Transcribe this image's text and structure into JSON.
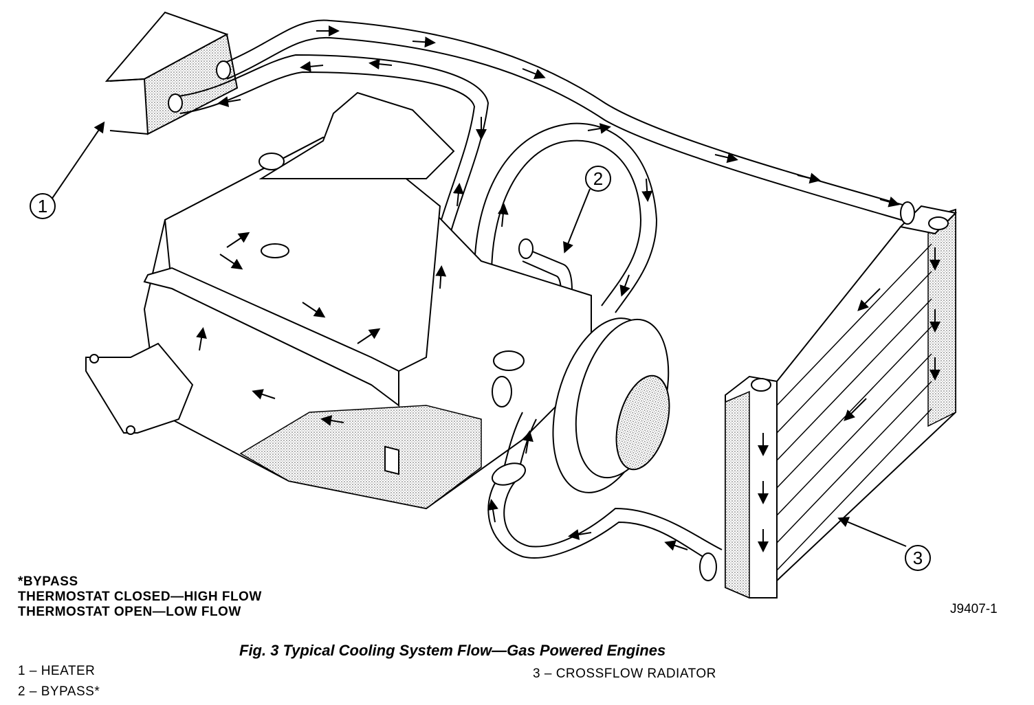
{
  "callouts": [
    {
      "number": "1"
    },
    {
      "number": "2"
    },
    {
      "number": "3"
    }
  ],
  "notes": {
    "line1": "*BYPASS",
    "line2": "THERMOSTAT CLOSED—HIGH FLOW",
    "line3": "THERMOSTAT OPEN—LOW FLOW"
  },
  "figure_code": "J9407-1",
  "caption": "Fig. 3 Typical Cooling System Flow—Gas Powered Engines",
  "legend": [
    {
      "text": "1 – HEATER"
    },
    {
      "text": "2 – BYPASS*"
    },
    {
      "text": "3 – CROSSFLOW RADIATOR"
    }
  ]
}
